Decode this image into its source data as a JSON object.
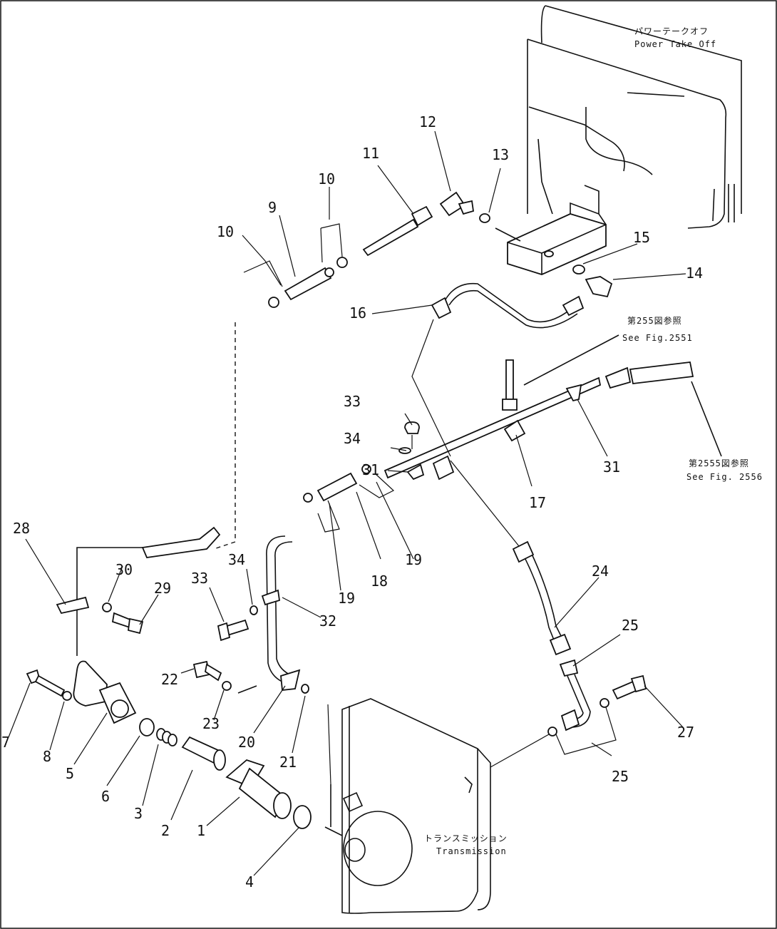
{
  "labels": {
    "power_takeoff_jp": "パワーテークオフ",
    "power_takeoff_en": "Power Take Off",
    "see_fig_upper_jp": "第255図参照",
    "see_fig_upper_en": "See Fig.2551",
    "see_fig_lower_jp": "第2555図参照",
    "see_fig_lower_en": "See Fig. 2556",
    "transmission_jp": "トランスミッション",
    "transmission_en": "Transmission"
  },
  "callouts": {
    "c1": "1",
    "c2": "2",
    "c3": "3",
    "c4": "4",
    "c5": "5",
    "c6": "6",
    "c7": "7",
    "c8": "8",
    "c9": "9",
    "c10a": "10",
    "c10b": "10",
    "c11": "11",
    "c12": "12",
    "c13": "13",
    "c14": "14",
    "c15": "15",
    "c16": "16",
    "c17": "17",
    "c18": "18",
    "c19a": "19",
    "c19b": "19",
    "c20": "20",
    "c21": "21",
    "c22": "22",
    "c23": "23",
    "c24": "24",
    "c25a": "25",
    "c25b": "25",
    "c27": "27",
    "c28": "28",
    "c29": "29",
    "c30": "30",
    "c31a": "31",
    "c31b": "31",
    "c32": "32",
    "c33a": "33",
    "c33b": "33",
    "c34a": "34",
    "c34b": "34"
  }
}
